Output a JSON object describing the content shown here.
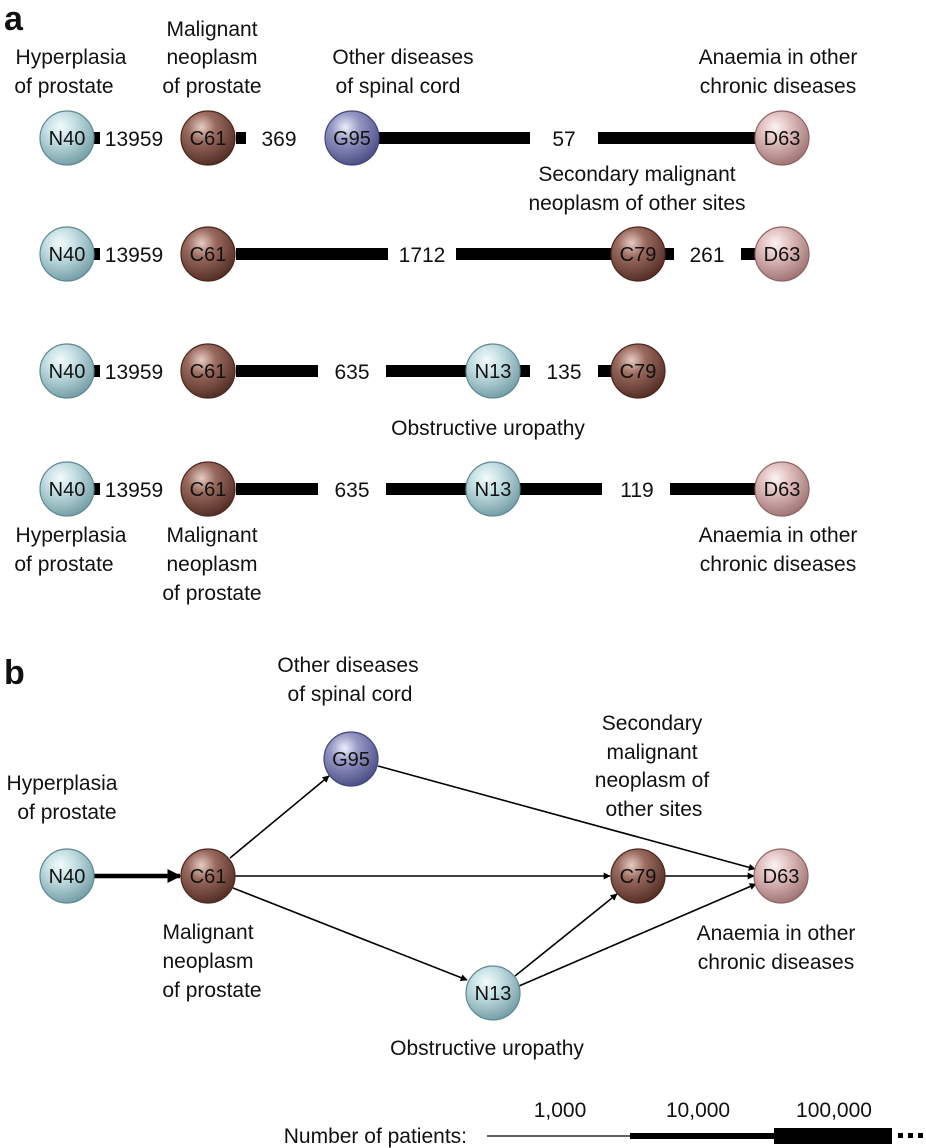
{
  "panel_a": {
    "letter": "a",
    "labels": {
      "hyperplasia_1": "Hyperplasia",
      "hyperplasia_2": "of prostate",
      "malignant_1": "Malignant",
      "malignant_2": "neoplasm",
      "malignant_3": "of prostate",
      "spinal_1": "Other diseases",
      "spinal_2": "of spinal cord",
      "anaemia_1": "Anaemia in other",
      "anaemia_2": "chronic diseases",
      "secondary_1": "Secondary malignant",
      "secondary_2": "neoplasm of other sites",
      "obstructive": "Obstructive uropathy",
      "bottom_hyperplasia_1": "Hyperplasia",
      "bottom_hyperplasia_2": "of prostate",
      "bottom_malignant_1": "Malignant",
      "bottom_malignant_2": "neoplasm",
      "bottom_malignant_3": "of prostate",
      "bottom_anaemia_1": "Anaemia in other",
      "bottom_anaemia_2": "chronic diseases"
    },
    "trajectories": [
      {
        "nodes": [
          "N40",
          "C61",
          "G95",
          "D63"
        ],
        "counts": [
          13959,
          369,
          57
        ]
      },
      {
        "nodes": [
          "N40",
          "C61",
          "C79",
          "D63"
        ],
        "counts": [
          13959,
          1712,
          261
        ]
      },
      {
        "nodes": [
          "N40",
          "C61",
          "N13",
          "C79"
        ],
        "counts": [
          13959,
          635,
          135
        ]
      },
      {
        "nodes": [
          "N40",
          "C61",
          "N13",
          "D63"
        ],
        "counts": [
          13959,
          635,
          119
        ]
      }
    ]
  },
  "panel_b": {
    "letter": "b",
    "labels": {
      "hyperplasia_1": "Hyperplasia",
      "hyperplasia_2": "of prostate",
      "spinal_1": "Other diseases",
      "spinal_2": "of spinal cord",
      "secondary_1": "Secondary",
      "secondary_2": "malignant",
      "secondary_3": "neoplasm of",
      "secondary_4": "other sites",
      "malignant_1": "Malignant",
      "malignant_2": "neoplasm",
      "malignant_3": "of prostate",
      "anaemia_1": "Anaemia in other",
      "anaemia_2": "chronic diseases",
      "obstructive": "Obstructive uropathy"
    },
    "nodes": [
      "N40",
      "C61",
      "G95",
      "C79",
      "D63",
      "N13"
    ],
    "edges": [
      {
        "from": "N40",
        "to": "C61"
      },
      {
        "from": "C61",
        "to": "G95"
      },
      {
        "from": "C61",
        "to": "C79"
      },
      {
        "from": "C61",
        "to": "N13"
      },
      {
        "from": "G95",
        "to": "D63"
      },
      {
        "from": "C79",
        "to": "D63"
      },
      {
        "from": "N13",
        "to": "C79"
      },
      {
        "from": "N13",
        "to": "D63"
      }
    ]
  },
  "legend": {
    "title": "Number of patients:",
    "ticks": [
      "1,000",
      "10,000",
      "100,000"
    ]
  },
  "colors": {
    "N40": "#b7d4d9",
    "N13": "#b7d4d9",
    "C61": "#8d5c52",
    "C79": "#8d5c52",
    "G95": "#8a8cb6",
    "D63": "#d9b5b5",
    "line": "#000000"
  }
}
